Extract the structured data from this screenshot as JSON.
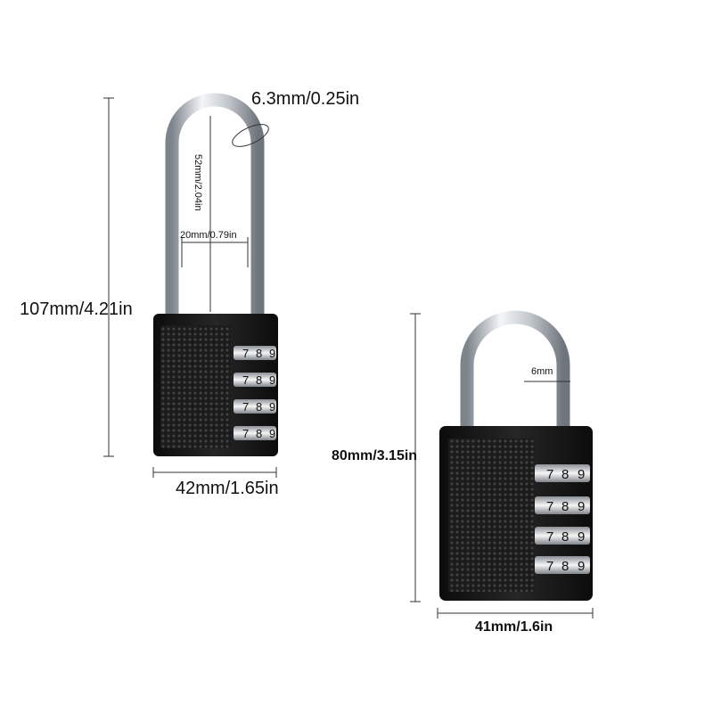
{
  "image": {
    "description_free": true
  },
  "locks": {
    "long_shackle": {
      "height_label": "107mm/4.21in",
      "width_label": "42mm/1.65in",
      "shackle_thickness_label": "6.3mm/0.25in",
      "shackle_height_label": "52mm/2.04in",
      "shackle_inner_width_label": "20mm/0.79in",
      "dial_digits": [
        "7",
        "8",
        "9"
      ]
    },
    "short_shackle": {
      "height_label": "80mm/3.15in",
      "width_label": "41mm/1.6in",
      "shackle_thickness_label": "6mm",
      "dial_digits": [
        "7",
        "8",
        "9"
      ]
    }
  },
  "colors": {
    "body": "#141414",
    "chrome": "#c9cdd2",
    "dimension_line": "#333333"
  }
}
